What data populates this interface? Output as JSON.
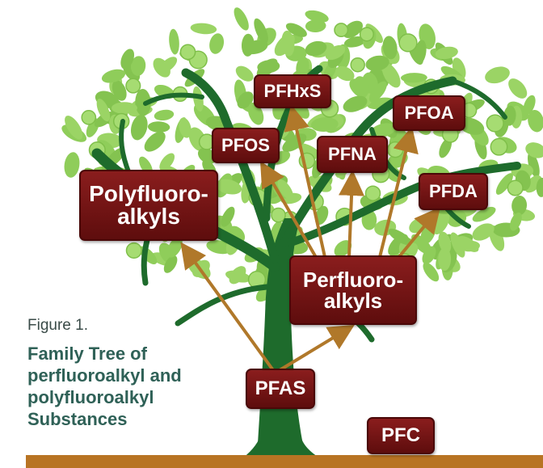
{
  "figure": {
    "label": "Figure 1.",
    "title_lines": [
      "Family Tree of",
      "perfluoroalkyl and",
      "polyfluoroalkyl",
      "Substances"
    ]
  },
  "nodes": {
    "pfas": "PFAS",
    "pfc": "PFC",
    "perfluoroalkyls": [
      "Perfluoro-",
      "alkyls"
    ],
    "polyfluoroalkyls": [
      "Polyfluoro-",
      "alkyls"
    ],
    "pfos": "PFOS",
    "pfhxs": "PFHxS",
    "pfna": "PFNA",
    "pfoa": "PFOA",
    "pfda": "PFDA"
  },
  "colors": {
    "box": "#7a1414",
    "trunk": "#1e6b2c",
    "leaf": "#8fcd5a",
    "arrow": "#b0782a",
    "ground": "#b87423",
    "title_text": "#2f6157"
  }
}
